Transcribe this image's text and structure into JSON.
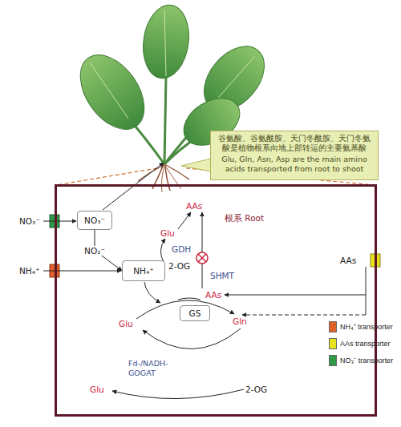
{
  "diagram": {
    "nodes": [
      {
        "text": [
          "谷氨酸、谷氨酰胺、天门冬酰胺、天门冬氨酸是植物根系向地上部转运的主要氨基酸",
          "Glu, Gln, Asn, Asp are the main amino acids transported from root to shoot"
        ]
      },
      {
        "text": [
          "根系 Root"
        ]
      },
      {
        "text": [
          "NO₃⁻"
        ],
        "in": 1
      },
      {
        "text": [
          "NH₄⁺"
        ],
        "in": 1
      },
      {
        "text": [
          "GS"
        ],
        "in": 1
      }
    ],
    "edges": [
      {
        "from": 2,
        "to": 3,
        "label": "NO₂⁻",
        "arrow": "to"
      }
    ],
    "labels": [
      "NO₃⁻",
      "NH₄⁺",
      "Glu",
      "AAs",
      "GDH",
      "2-OG",
      "SHMT",
      "AAs",
      "AAs",
      "Glu",
      "Gln",
      "Fd-/NADH- GOGAT",
      "Glu",
      "2-OG"
    ],
    "legend": [
      {
        "text": "NH₄⁺ transporter",
        "color": "#e0602a"
      },
      {
        "text": "AAs transporter",
        "color": "#e6e21e"
      },
      {
        "text": "NO₃⁻ transporter",
        "color": "#2e9a48"
      }
    ]
  }
}
